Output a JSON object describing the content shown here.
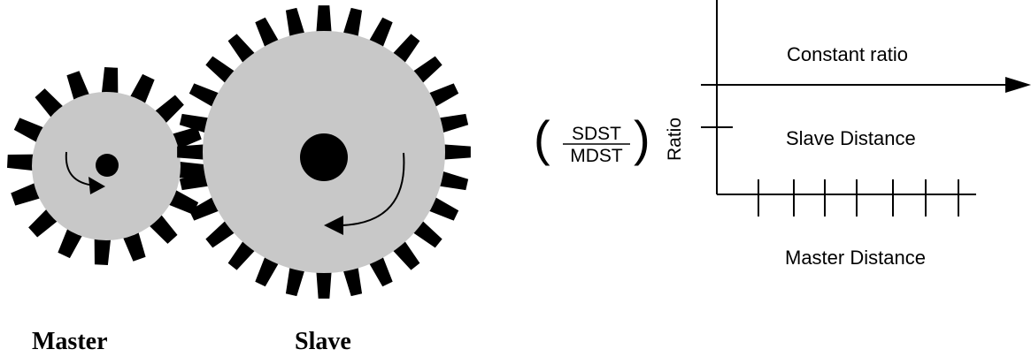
{
  "gears": {
    "master": {
      "label": "Master",
      "teeth": 16,
      "body_color": "#c8c8c8",
      "tooth_color": "#000000"
    },
    "slave": {
      "label": "Slave",
      "teeth": 28,
      "body_color": "#c8c8c8",
      "tooth_color": "#000000"
    }
  },
  "graph": {
    "constant_ratio_label": "Constant ratio",
    "slave_distance_label": "Slave Distance",
    "master_distance_label": "Master Distance",
    "ratio_word": "Ratio",
    "ratio_numerator": "SDST",
    "ratio_denominator": "MDST",
    "master_tick_count": 7
  }
}
